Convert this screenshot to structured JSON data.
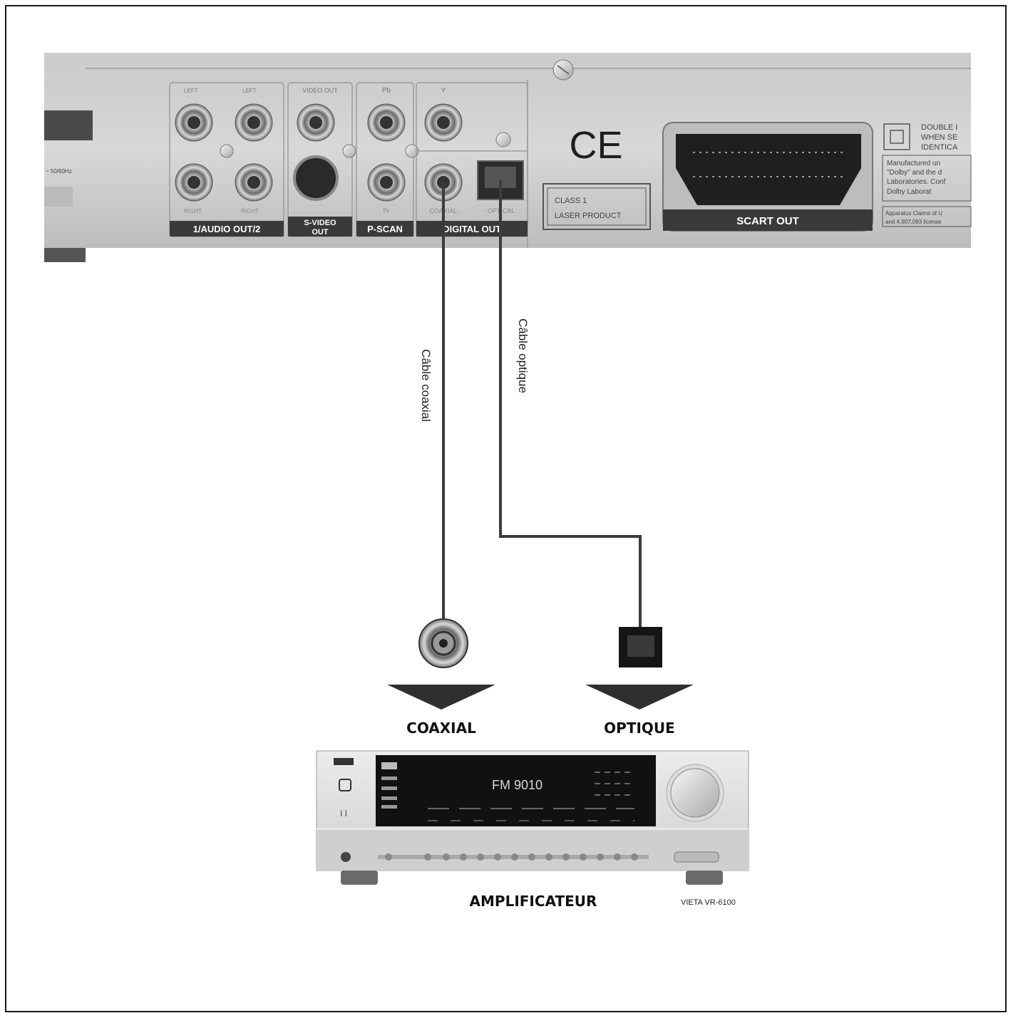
{
  "panel": {
    "voltage": "~ 50/60Hz",
    "jacks": {
      "audio_left_1": "LEFT",
      "audio_left_2": "LEFT",
      "audio_right_1": "RIGHT",
      "audio_right_2": "RIGHT",
      "video_out": "VIDEO OUT",
      "pb": "Pb",
      "y": "Y",
      "pr": "Pr",
      "coaxial": "COAXIAL",
      "optical": "OPTICAL"
    },
    "sections": {
      "audio_out": "1/AUDIO OUT/2",
      "svideo_line1": "S-VIDEO",
      "svideo_line2": "OUT",
      "pscan": "P-SCAN",
      "digital_out": "DIGITAL OUT",
      "scart_out": "SCART OUT"
    },
    "ce_mark": "CE",
    "laser_line1": "CLASS 1",
    "laser_line2": "LASER PRODUCT",
    "notice": {
      "line1": "DOUBLE I",
      "line2": "WHEN SE",
      "line3": "IDENTICA",
      "dolby1": "Manufactured un",
      "dolby2": "\"Dolby\" and the d",
      "dolby3": "Laboratories. Conf",
      "dolby4": "Dolby Laborat",
      "patent1": "Apparatus Claims of U",
      "patent2": "and 4,907,093 license"
    }
  },
  "cables": {
    "coaxial": "Câble coaxial",
    "optical": "Câble optique"
  },
  "connectors": {
    "coaxial": "COAXIAL",
    "optical": "OPTIQUE"
  },
  "amplifier": {
    "label": "AMPLIFICATEUR",
    "model": "VIETA VR-6100",
    "display_text": "FM  9010"
  },
  "colors": {
    "panel": "#d4d4d4",
    "panel_dark": "#9a9a9a",
    "label_bar": "#3a3a3a",
    "cable": "#3c3c3c",
    "display": "#111111"
  }
}
